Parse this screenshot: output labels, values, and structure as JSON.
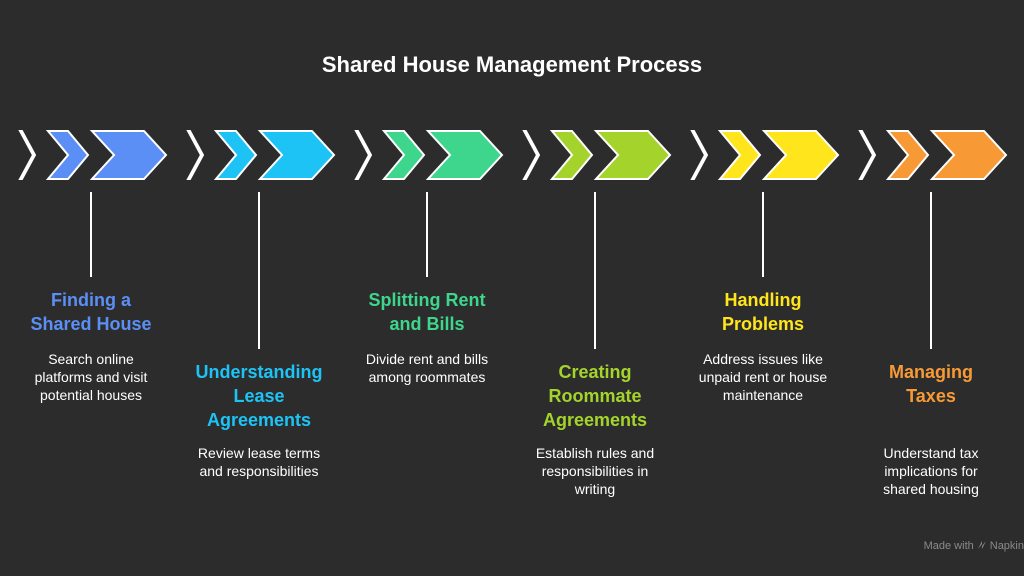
{
  "title": "Shared House Management Process",
  "steps": [
    {
      "heading_lines": [
        "Finding a",
        "Shared House"
      ],
      "desc_lines": [
        "Search online",
        "platforms and visit",
        "potential houses"
      ],
      "color": "#5b8ff5"
    },
    {
      "heading_lines": [
        "Understanding",
        "Lease",
        "Agreements"
      ],
      "desc_lines": [
        "Review lease terms",
        "and responsibilities"
      ],
      "color": "#1ec3f5"
    },
    {
      "heading_lines": [
        "Splitting Rent",
        "and Bills"
      ],
      "desc_lines": [
        "Divide rent and bills",
        "among roommates"
      ],
      "color": "#3ed68c"
    },
    {
      "heading_lines": [
        "Creating",
        "Roommate",
        "Agreements"
      ],
      "desc_lines": [
        "Establish rules and",
        "responsibilities in",
        "writing"
      ],
      "color": "#a4d42c"
    },
    {
      "heading_lines": [
        "Handling",
        "Problems"
      ],
      "desc_lines": [
        "Address issues like",
        "unpaid rent or house",
        "maintenance"
      ],
      "color": "#ffe51b"
    },
    {
      "heading_lines": [
        "Managing",
        "Taxes"
      ],
      "desc_lines": [
        "Understand tax",
        "implications for",
        "shared housing"
      ],
      "color": "#f79a36"
    }
  ],
  "footer": {
    "made_with": "Made with",
    "brand": "Napkin"
  }
}
